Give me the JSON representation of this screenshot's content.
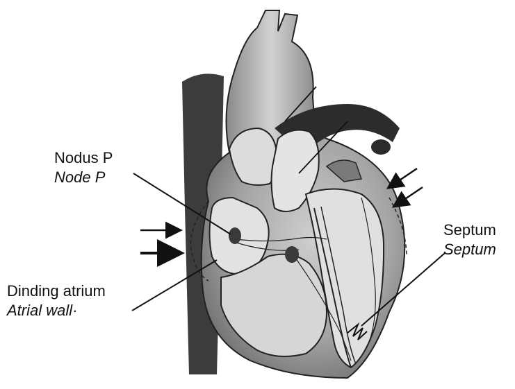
{
  "labels": {
    "node_p": {
      "primary": "Nodus P",
      "secondary": "Node P"
    },
    "atrial_wall": {
      "primary": "Dinding atrium",
      "secondary": "Atrial wall·"
    },
    "septum": {
      "primary": "Septum",
      "secondary": "Septum"
    }
  },
  "colors": {
    "background": "#ffffff",
    "ink": "#111111",
    "vessel_dark": "#3a3a3a",
    "heart_shade": "#9a9a9a",
    "chamber_light": "#e6e6e6"
  }
}
